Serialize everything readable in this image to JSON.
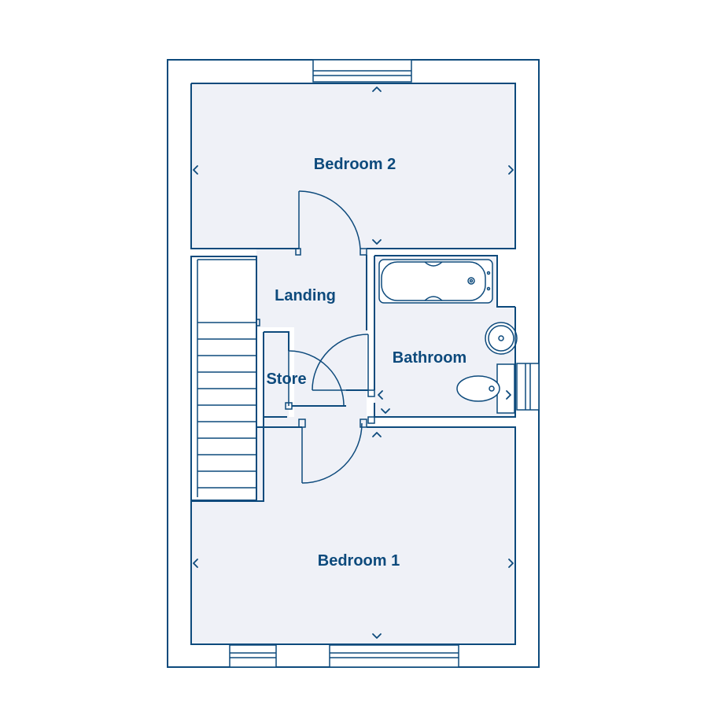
{
  "rooms": {
    "bedroom2": "Bedroom 2",
    "landing": "Landing",
    "bathroom": "Bathroom",
    "store": "Store",
    "bedroom1": "Bedroom 1"
  },
  "colors": {
    "line": "#0d4a7c",
    "fill": "#eff1f7",
    "background": "#ffffff"
  }
}
